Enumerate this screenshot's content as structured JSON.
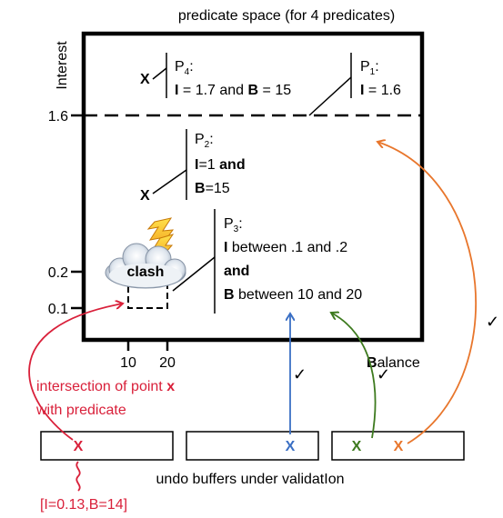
{
  "title": "predicate space (for 4 predicates)",
  "axes": {
    "y_label": "Interest",
    "y_ticks": [
      "1.6",
      "0.2",
      "0.1"
    ],
    "x_ticks": [
      "10",
      "20"
    ],
    "x_label_bold": "B",
    "x_label_rest": "alance"
  },
  "predicates": {
    "p1": {
      "name": "P",
      "sub": "1",
      "line1_bold": "I",
      "line1_rest": " = 1.6"
    },
    "p2": {
      "name": "P",
      "sub": "2",
      "line1_bold": "I",
      "line1_mid": "=1 ",
      "line1_bold2": "and",
      "line2_bold": "B",
      "line2_rest": "=15"
    },
    "p3": {
      "name": "P",
      "sub": "3",
      "line1_bold": "I",
      "line1_rest": " between .1 and .2",
      "line2_bold": "and",
      "line3_bold": "B",
      "line3_rest": " between 10 and 20"
    },
    "p4": {
      "name": "P",
      "sub": "4",
      "line1_bold": "I",
      "line1_mid": " = 1.7 and ",
      "line1_bold2": "B",
      "line1_rest": " = 15"
    }
  },
  "markers": {
    "x_p4": "X",
    "x_p2": "X",
    "buffer1_x": "X",
    "buffer2_x": "X",
    "buffer3_x_green": "X",
    "buffer3_x_orange": "X"
  },
  "clash_label": "clash",
  "checkmarks": [
    "✓",
    "✓",
    "✓"
  ],
  "annotation": {
    "line1_prefix": "intersection of point ",
    "line1_bold": "x",
    "line2": "with predicate"
  },
  "buffers_caption": "undo buffers under validatIon",
  "point_value": "[I=0.13,B=14]",
  "colors": {
    "red": "#d9203a",
    "blue": "#3a6fc4",
    "green": "#3d7a1e",
    "orange": "#e8762c"
  }
}
